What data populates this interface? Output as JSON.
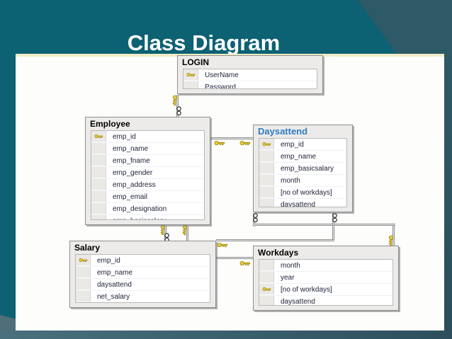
{
  "slide": {
    "title": "Class Diagram"
  },
  "colors": {
    "background_teal": "#0c6173",
    "corner_dark_teal": "#2e5966",
    "frame_cream_line": "#f0ecc6",
    "canvas_white": "#fdfdfc",
    "table_fill_gray": "#edebe9",
    "key_icon_gold": "#f2dc3c",
    "daysattend_title_blue": "#2f7cc5"
  },
  "diagram": {
    "tables": [
      {
        "id": "login",
        "title": "LOGIN",
        "fields": [
          {
            "name": "UserName",
            "key": true
          },
          {
            "name": "Password",
            "key": false
          }
        ]
      },
      {
        "id": "employee",
        "title": "Employee",
        "fields": [
          {
            "name": "emp_id",
            "key": true
          },
          {
            "name": "emp_name",
            "key": false
          },
          {
            "name": "emp_fname",
            "key": false
          },
          {
            "name": "emp_gender",
            "key": false
          },
          {
            "name": "emp_address",
            "key": false
          },
          {
            "name": "emp_email",
            "key": false
          },
          {
            "name": "emp_designation",
            "key": false
          },
          {
            "name": "emp_basicsalary",
            "key": false
          }
        ]
      },
      {
        "id": "daysattend",
        "title": "Daysattend",
        "fields": [
          {
            "name": "emp_id",
            "key": true
          },
          {
            "name": "emp_name",
            "key": false
          },
          {
            "name": "emp_basicsalary",
            "key": false
          },
          {
            "name": "month",
            "key": false
          },
          {
            "name": "[no of workdays]",
            "key": false
          },
          {
            "name": "daysattend",
            "key": false
          }
        ]
      },
      {
        "id": "salary",
        "title": "Salary",
        "fields": [
          {
            "name": "emp_id",
            "key": true
          },
          {
            "name": "emp_name",
            "key": false
          },
          {
            "name": "daysattend",
            "key": false
          },
          {
            "name": "net_salary",
            "key": false
          }
        ]
      },
      {
        "id": "workdays",
        "title": "Workdays",
        "fields": [
          {
            "name": "month",
            "key": false
          },
          {
            "name": "year",
            "key": false
          },
          {
            "name": "[no of workdays]",
            "key": true
          },
          {
            "name": "daysattend",
            "key": false
          }
        ]
      }
    ],
    "relationships": [
      {
        "from": "LOGIN",
        "to": "Employee",
        "from_symbol": "key",
        "to_symbol": "many"
      },
      {
        "from": "Employee",
        "to": "Daysattend",
        "from_symbol": "key",
        "to_symbol": "key"
      },
      {
        "from": "Employee",
        "to": "Salary",
        "from_symbol": "key-many",
        "to_symbol": "none"
      },
      {
        "from": "Employee",
        "to": "Salary",
        "from_symbol": "key",
        "to_symbol": "none"
      },
      {
        "from": "Daysattend",
        "to": "Workdays",
        "from_symbol": "many",
        "to_symbol": "key"
      },
      {
        "from": "Daysattend",
        "to": "Salary",
        "from_symbol": "many",
        "to_symbol": "key"
      },
      {
        "from": "Salary",
        "to": "Workdays",
        "from_symbol": "none",
        "to_symbol": "key"
      }
    ]
  }
}
